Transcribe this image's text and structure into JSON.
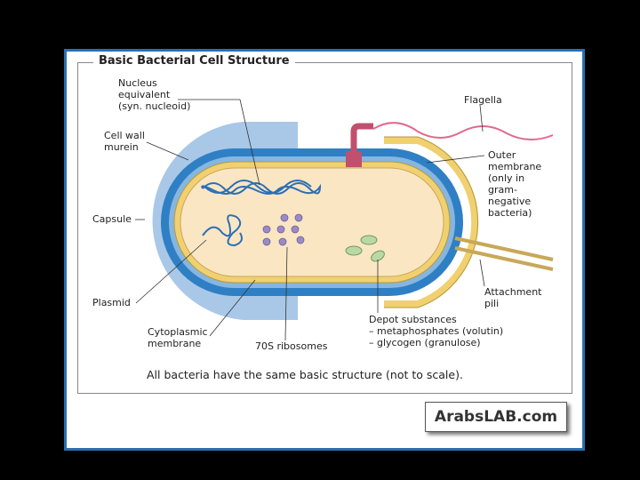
{
  "diagram": {
    "title": "Basic Bacterial Cell Structure",
    "caption": "All bacteria have the same basic structure (not to scale).",
    "labels": {
      "nucleus": "Nucleus\nequivalent\n(syn. nucleoid)",
      "flagella": "Flagella",
      "cell_wall": "Cell wall\nmurein",
      "outer_membrane": "Outer\nmembrane\n(only in\ngram-\nnegative\nbacteria)",
      "capsule": "Capsule",
      "plasmid": "Plasmid",
      "attachment_pili": "Attachment\npili",
      "cytoplasmic_membrane": "Cytoplasmic\nmembrane",
      "ribosomes": "70S ribosomes",
      "depot": "Depot substances\n– metaphosphates (volutin)\n– glycogen (granulose)"
    },
    "colors": {
      "capsule": "#a9c8e8",
      "cell_wall": "#2f7fc4",
      "membrane": "#f0d070",
      "cytoplasm": "#fbe6c4",
      "flagella": "#e06a8e",
      "nucleoid": "#2c6fb6",
      "ribosome": "#9b8bc4",
      "depot": "#b9d8a4"
    }
  },
  "watermark": "ArabsLAB.com"
}
